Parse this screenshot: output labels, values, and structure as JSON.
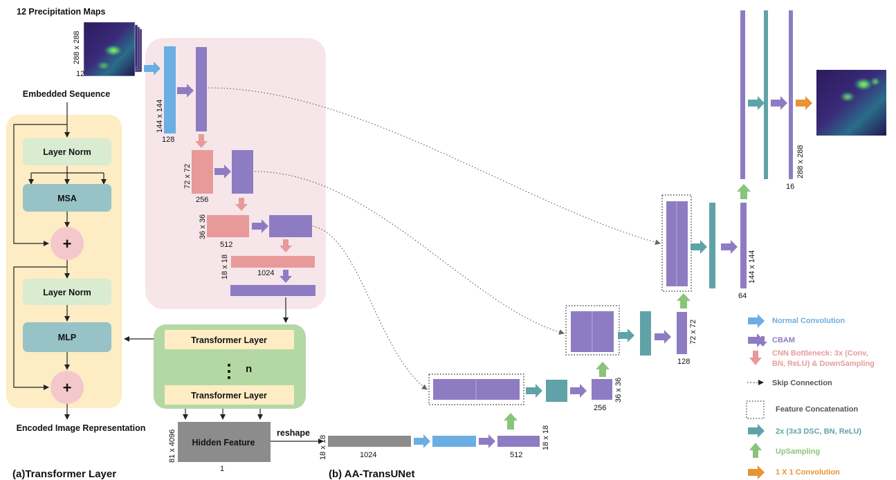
{
  "transformer_panel": {
    "input_label": "Embedded Sequence",
    "blocks": [
      "Layer Norm",
      "MSA",
      "Layer Norm",
      "MLP"
    ],
    "add_symbol": "+",
    "output_label": "Encoded Image Representation",
    "caption": "(a)Transformer Layer"
  },
  "network": {
    "input_title": "12 Precipitation Maps",
    "input_size": "288 x 288",
    "input_channels": "12",
    "caption": "(b) AA-TransUNet",
    "encoder": {
      "dims": [
        "144 x 144",
        "72 x 72",
        "36 x 36",
        "18 x 18"
      ],
      "channels": [
        "128",
        "256",
        "512",
        "1024"
      ]
    },
    "transformer_box": {
      "layer_label": "Transformer Layer",
      "dots": "⋮",
      "n": "n"
    },
    "hidden": {
      "label": "Hidden Feature",
      "dim": "81 x 4096",
      "bottom": "1",
      "reshape": "reshape"
    },
    "decoder": {
      "b_dim_left": "18 x 18",
      "b_channels": "1024",
      "b_channels_out": "512",
      "b_dim_right": "18 x 18",
      "l1_dim": "36 x 36",
      "l1_channels": "256",
      "l2_dim": "72 x 72",
      "l2_channels": "128",
      "l3_dim": "144 x 144",
      "l3_channels": "64",
      "out_dim": "288 x 288",
      "out_channels": "16"
    }
  },
  "legend": [
    {
      "label": "Normal Convolution",
      "color": "#6aaee3",
      "kind": "arrow-right"
    },
    {
      "label": "CBAM",
      "color": "#8e7cc3",
      "kind": "arrow-right-down"
    },
    {
      "label": "CNN Bottleneck: 3x (Conv,",
      "label2": "BN, ReLU) & DownSampling",
      "color": "#e89a9a",
      "kind": "arrow-down"
    },
    {
      "label": "Skip Connection",
      "color": "#333333",
      "kind": "dotted"
    },
    {
      "label": "Feature Concatenation",
      "color": "#333333",
      "kind": "box"
    },
    {
      "label": "2x (3x3 DSC, BN, ReLU)",
      "color": "#5fa3a8",
      "kind": "arrow-right"
    },
    {
      "label": "UpSampling",
      "color": "#8ac47a",
      "kind": "arrow-up"
    },
    {
      "label": "1 X 1 Convolution",
      "color": "#e89335",
      "kind": "arrow-right"
    }
  ],
  "colors": {
    "conv": "#6aaee3",
    "cbam": "#8e7cc3",
    "bottleneck": "#e89a9a",
    "dsc": "#5fa3a8",
    "upsample": "#8ac47a",
    "onebyone": "#e89335",
    "hidden": "#8c8c8c",
    "panel_yellow": "#fdecc4",
    "panel_pink": "#f6e6ea",
    "panel_green": "#b4d8a3",
    "box_green": "#d9ebd1",
    "box_teal": "#97c3c7",
    "plus_pink": "#f4c7cc"
  }
}
